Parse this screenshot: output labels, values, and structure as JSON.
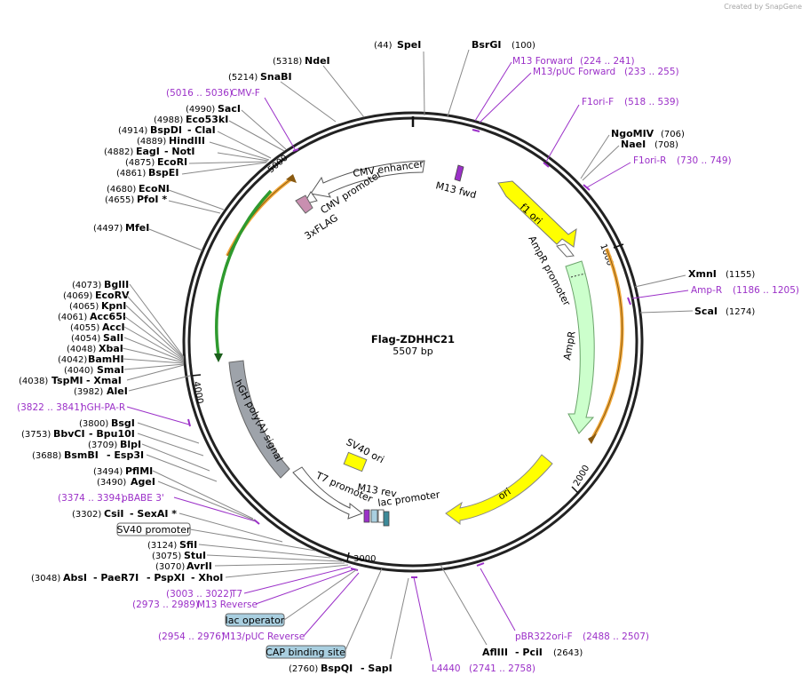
{
  "plasmid": {
    "name": "Flag-ZDHHC21",
    "length": 5507,
    "length_label": "5507 bp"
  },
  "credit": "Created by  SnapGene",
  "colors": {
    "backbone": "#222222",
    "ori": "#ffff00",
    "ampr": "#ccffcc",
    "ampr_stroke": "#6aa36a",
    "grey_feature": "#9ea3aa",
    "flag": "#c98fb0",
    "primer": "#9b30c8",
    "arrow_orange": "#f2a93b",
    "arrow_green": "#2e9a2e",
    "lac_operator": "#a9cfe0",
    "cap_site": "#a9cfe0"
  },
  "ticks": [
    "1000",
    "2000",
    "3000",
    "4000",
    "5000"
  ],
  "enzymes": [
    {
      "name": "SpeI",
      "pos": "(44)"
    },
    {
      "name": "BsrGI",
      "pos": "(100)"
    },
    {
      "name": "NgoMIV",
      "pos": "(706)"
    },
    {
      "name": "NaeI",
      "pos": "(708)"
    },
    {
      "name": "XmnI",
      "pos": "(1155)"
    },
    {
      "name": "ScaI",
      "pos": "(1274)"
    },
    {
      "name": "AflIII",
      "name2": "- PciI",
      "pos": "(2643)"
    },
    {
      "name": "BspQI",
      "name2": "- SapI",
      "pos": "(2760)"
    },
    {
      "name": "AbsI",
      "name2": "- PaeR7I",
      "name3": "- PspXI",
      "name4": "- XhoI",
      "pos": "(3048)"
    },
    {
      "name": "AvrII",
      "pos": "(3070)"
    },
    {
      "name": "StuI",
      "pos": "(3075)"
    },
    {
      "name": "SfiI",
      "pos": "(3124)"
    },
    {
      "name": "CsiI",
      "name2": "- SexAI *",
      "pos": "(3302)"
    },
    {
      "name": "AgeI",
      "pos": "(3490)"
    },
    {
      "name": "PflMI",
      "pos": "(3494)"
    },
    {
      "name": "BsmBI",
      "name2": "- Esp3I",
      "pos": "(3688)"
    },
    {
      "name": "BlpI",
      "pos": "(3709)"
    },
    {
      "name": "BbvCI",
      "name2": "- Bpu10I",
      "pos": "(3753)"
    },
    {
      "name": "BsgI",
      "pos": "(3800)"
    },
    {
      "name": "AleI",
      "pos": "(3982)"
    },
    {
      "name": "TspMI",
      "name2": "- XmaI",
      "pos": "(4038)"
    },
    {
      "name": "SmaI",
      "pos": "(4040)"
    },
    {
      "name": "BamHI",
      "pos": "(4042)"
    },
    {
      "name": "XbaI",
      "pos": "(4048)"
    },
    {
      "name": "SalI",
      "pos": "(4054)"
    },
    {
      "name": "AccI",
      "pos": "(4055)"
    },
    {
      "name": "Acc65I",
      "pos": "(4061)"
    },
    {
      "name": "KpnI",
      "pos": "(4065)"
    },
    {
      "name": "EcoRV",
      "pos": "(4069)"
    },
    {
      "name": "BglII",
      "pos": "(4073)"
    },
    {
      "name": "MfeI",
      "pos": "(4497)"
    },
    {
      "name": "PfoI *",
      "pos": "(4655)"
    },
    {
      "name": "EcoNI",
      "pos": "(4680)"
    },
    {
      "name": "BspEI",
      "pos": "(4861)"
    },
    {
      "name": "EcoRI",
      "pos": "(4875)"
    },
    {
      "name": "EagI",
      "name2": "- NotI",
      "pos": "(4882)"
    },
    {
      "name": "HindIII",
      "pos": "(4889)"
    },
    {
      "name": "BspDI",
      "name2": "- ClaI",
      "pos": "(4914)"
    },
    {
      "name": "Eco53kI",
      "pos": "(4988)"
    },
    {
      "name": "SacI",
      "pos": "(4990)"
    },
    {
      "name": "SnaBI",
      "pos": "(5214)"
    },
    {
      "name": "NdeI",
      "pos": "(5318)"
    }
  ],
  "primers": [
    {
      "name": "M13 Forward",
      "range": "(224 .. 241)"
    },
    {
      "name": "M13/pUC Forward",
      "range": "(233 .. 255)"
    },
    {
      "name": "F1ori-F",
      "range": "(518 .. 539)"
    },
    {
      "name": "F1ori-R",
      "range": "(730 .. 749)"
    },
    {
      "name": "Amp-R",
      "range": "(1186 .. 1205)"
    },
    {
      "name": "pBR322ori-F",
      "range": "(2488 .. 2507)"
    },
    {
      "name": "L4440",
      "range": "(2741 .. 2758)"
    },
    {
      "name": "M13/pUC Reverse",
      "range": "(2954 .. 2976)"
    },
    {
      "name": "M13 Reverse",
      "range": "(2973 .. 2989)"
    },
    {
      "name": "T7",
      "range": "(3003 .. 3022)"
    },
    {
      "name": "pBABE 3'",
      "range": "(3374 .. 3394)"
    },
    {
      "name": "hGH-PA-R",
      "range": "(3822 .. 3841)"
    },
    {
      "name": "CMV-F",
      "range": "(5016 .. 5036)"
    }
  ],
  "boxed_labels": {
    "sv40_promoter": "SV40 promoter",
    "lac_operator": "lac operator",
    "cap_site": "CAP binding site"
  },
  "features": {
    "cmv_enhancer": "CMV enhancer",
    "cmv_promoter": "CMV promoter",
    "flag": "3xFLAG",
    "m13_fwd": "M13 fwd",
    "f1_ori": "f1 ori",
    "ampr_promoter": "AmpR promoter",
    "ampr": "AmpR",
    "ori": "ori",
    "lac_promoter": "lac promoter",
    "m13_rev": "M13 rev",
    "t7_promoter": "T7 promoter",
    "sv40_ori": "SV40 ori",
    "hgh_polya": "hGH poly(A) signal"
  }
}
